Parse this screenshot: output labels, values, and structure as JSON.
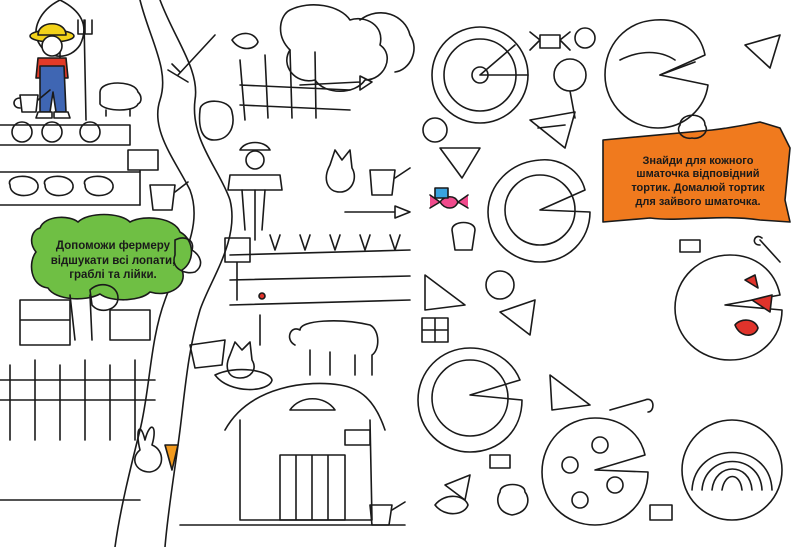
{
  "colors": {
    "line": "#1a1a1a",
    "green_bubble": "#6fbf44",
    "orange_banner": "#f07a1e",
    "farmer_hat": "#f2d21a",
    "farmer_shirt": "#e23a28",
    "farmer_overalls": "#3f66b3",
    "berry_red": "#e0332b",
    "candy_pink": "#f04a8c",
    "candy_blue": "#3aa3e0",
    "carrot_orange": "#f29a1e"
  },
  "left_task": {
    "lines": [
      "Допоможи фермеру",
      "відшукати всі лопати,",
      "граблі та лійки."
    ]
  },
  "right_task": {
    "lines": [
      "Знайди для кожного",
      "шматочка відповідний",
      "тортик. Домалюй тортик",
      "для зайвого шматочка."
    ]
  }
}
